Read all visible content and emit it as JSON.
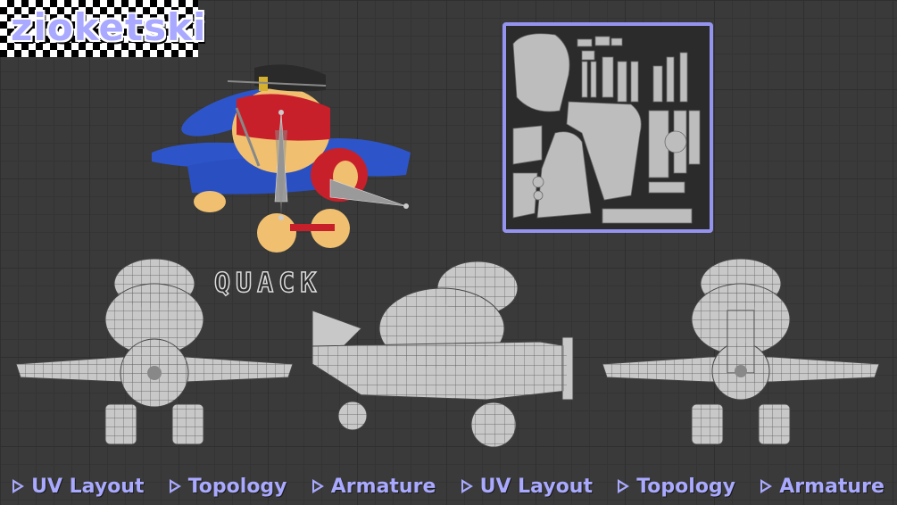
{
  "logo": {
    "text": "zioketski"
  },
  "model_label": "QUACK",
  "captions": [
    "UV Layout",
    "Topology",
    "Armature",
    "UV Layout",
    "Topology",
    "Armature"
  ],
  "colors": {
    "accent": "#a9a9ff",
    "uv_border": "#9494f0",
    "mesh": "#c8c8c8",
    "wire": "#555555"
  },
  "icons": [
    "play-triangle-icon"
  ]
}
